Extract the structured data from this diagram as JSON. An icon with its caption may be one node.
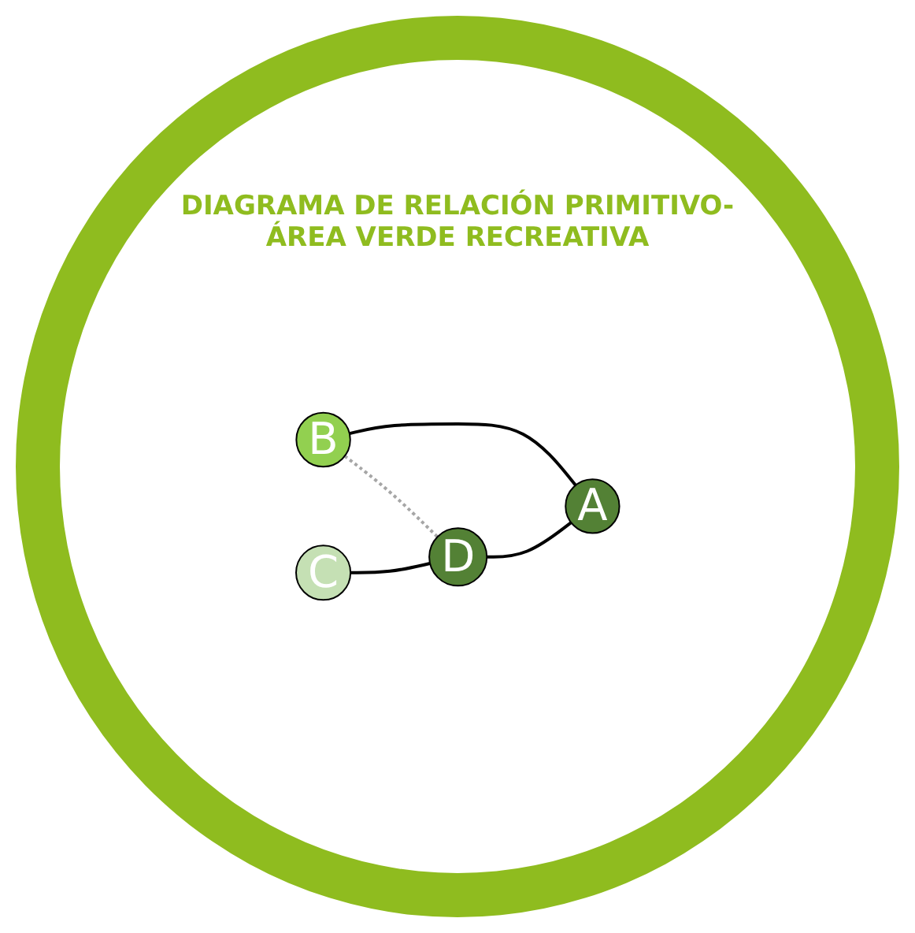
{
  "diagram": {
    "title": "DIAGRAMA DE RELACIÓN PRIMITIVO-ÁREA VERDE RECREATIVA",
    "nodes": [
      {
        "text": [
          "B"
        ]
      },
      {
        "text": [
          "C"
        ]
      },
      {
        "text": [
          "D"
        ]
      },
      {
        "text": [
          "A"
        ]
      }
    ],
    "edges": [
      {
        "from": 0,
        "to": 3,
        "arrow": "none"
      },
      {
        "from": 0,
        "to": 2,
        "arrow": "none",
        "style": "dashed",
        "color": "#a6a6a6"
      },
      {
        "from": 1,
        "to": 2,
        "arrow": "none"
      },
      {
        "from": 2,
        "to": 3,
        "arrow": "none"
      }
    ]
  }
}
